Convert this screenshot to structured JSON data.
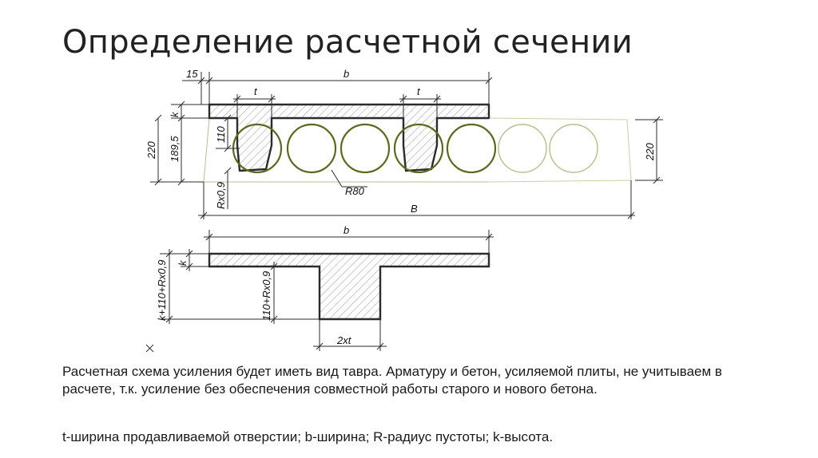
{
  "slide": {
    "title": "Определение расчетной сечении"
  },
  "diagram": {
    "labels": {
      "dim_15": "15",
      "dim_b_top": "b",
      "dim_t_left": "t",
      "dim_t_right": "t",
      "dim_k_top": "k",
      "dim_220_left": "220",
      "dim_189_5": "189,5",
      "dim_110": "110",
      "dim_Rx0_9": "Rx0,9",
      "dim_R80": "R80",
      "dim_B": "B",
      "dim_220_right": "220",
      "dim_b_bottom": "b",
      "dim_k_bottom": "k",
      "dim_k110Rx09": "k+110+Rx0,9",
      "dim_110Rx09": "110+Rx0,9",
      "dim_2xt": "2xt"
    },
    "colors": {
      "line": "#2b2b2b",
      "void": "#5a6a1e",
      "void_light": "#b4c08a",
      "hatch": "#8a8a8a"
    }
  },
  "text": {
    "paragraph1": "Расчетная схема усиления будет иметь вид тавра. Арматуру и бетон, усиляемой плиты, не учитываем в расчете, т.к. усиление без обеспечения совместной работы старого и нового бетона.",
    "paragraph2": "t-ширина продавливаемой отверстии; b-ширина; R-радиус пустоты; k-высота."
  }
}
